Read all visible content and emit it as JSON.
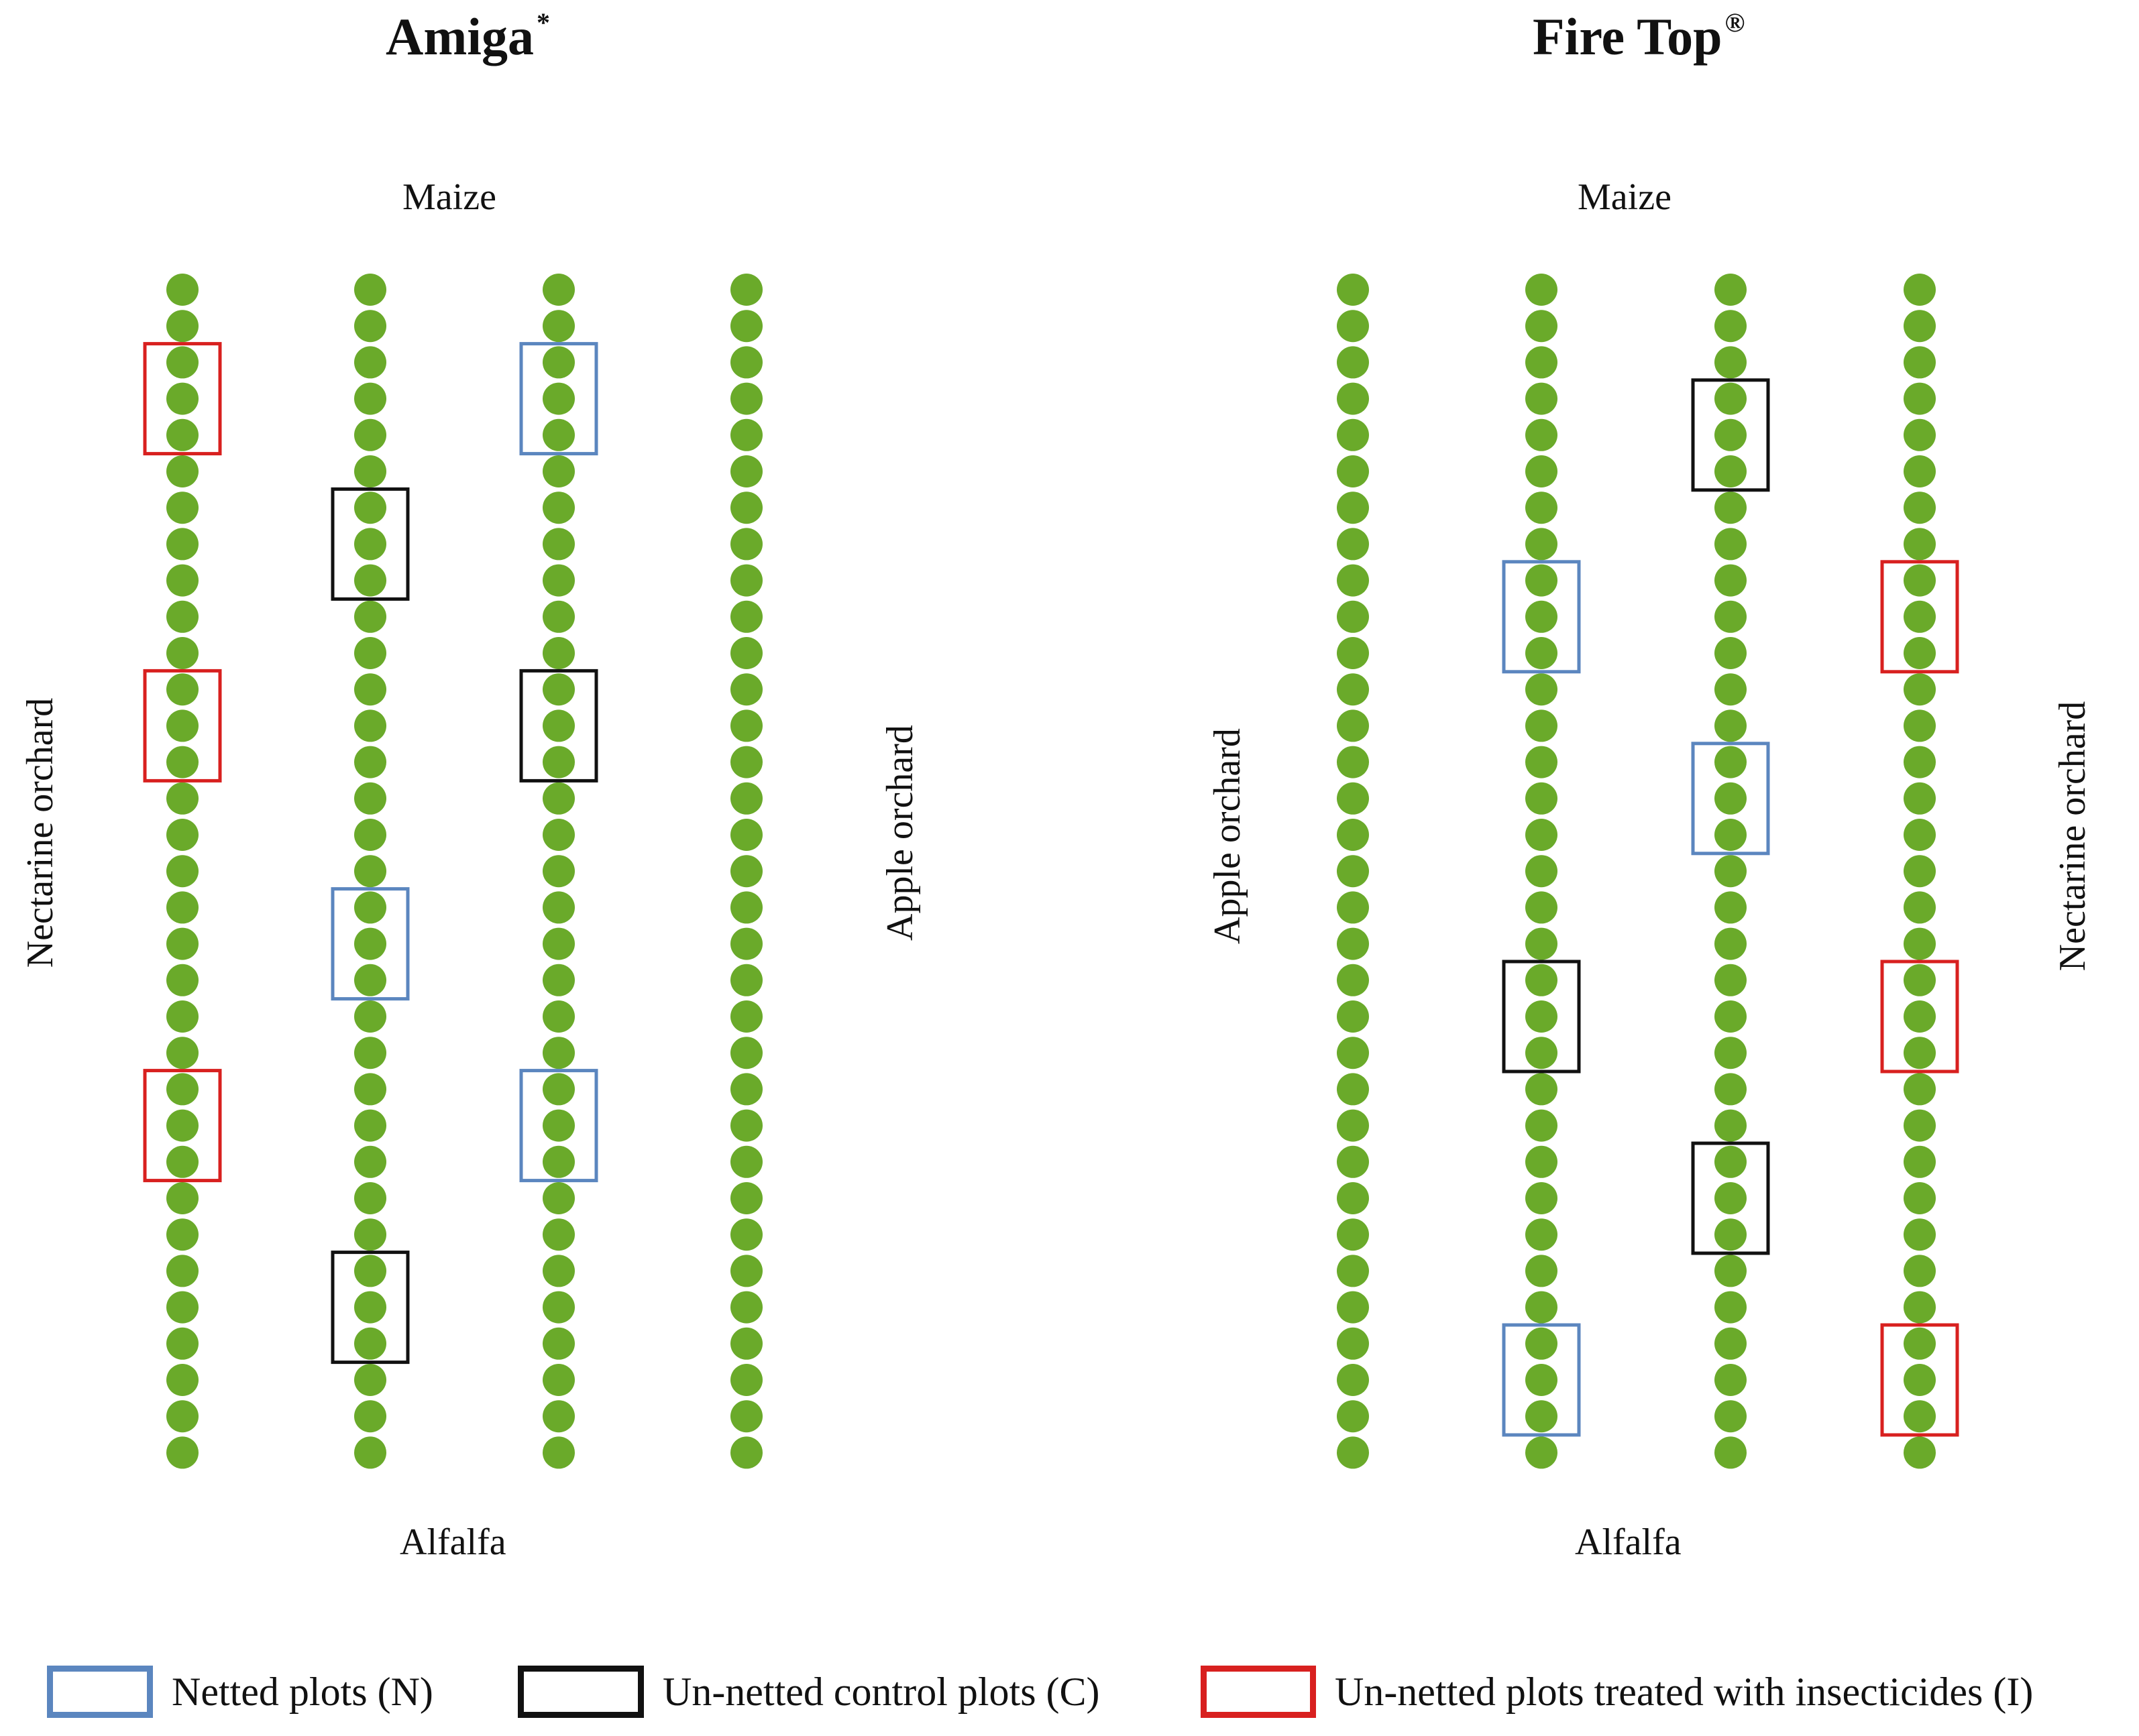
{
  "colors": {
    "tree": "#6aaa2a",
    "netted": "#5b86bf",
    "control": "#111111",
    "insecticide": "#d8201f"
  },
  "orchards": [
    {
      "title": "Amiga",
      "title_mark": "*",
      "top_label": "Maize",
      "bottom_label": "Alfalfa",
      "left_label": "Nectarine orchard",
      "right_label": "Apple orchard",
      "rows": [
        {
          "trees": 33,
          "plots": [
            {
              "type": "insecticide",
              "start": 2
            },
            {
              "type": "insecticide",
              "start": 11
            },
            {
              "type": "insecticide",
              "start": 22
            }
          ]
        },
        {
          "trees": 33,
          "plots": [
            {
              "type": "control",
              "start": 6
            },
            {
              "type": "netted",
              "start": 17
            },
            {
              "type": "control",
              "start": 27
            }
          ]
        },
        {
          "trees": 33,
          "plots": [
            {
              "type": "netted",
              "start": 2
            },
            {
              "type": "control",
              "start": 11
            },
            {
              "type": "netted",
              "start": 22
            }
          ]
        },
        {
          "trees": 33,
          "plots": []
        }
      ]
    },
    {
      "title": "Fire Top",
      "title_mark": "®",
      "top_label": "Maize",
      "bottom_label": "Alfalfa",
      "left_label": "Apple orchard",
      "right_label": "Nectarine orchard",
      "rows": [
        {
          "trees": 33,
          "plots": []
        },
        {
          "trees": 33,
          "plots": [
            {
              "type": "netted",
              "start": 8
            },
            {
              "type": "control",
              "start": 19
            },
            {
              "type": "netted",
              "start": 29
            }
          ]
        },
        {
          "trees": 33,
          "plots": [
            {
              "type": "control",
              "start": 3
            },
            {
              "type": "netted",
              "start": 13
            },
            {
              "type": "control",
              "start": 24
            }
          ]
        },
        {
          "trees": 33,
          "plots": [
            {
              "type": "insecticide",
              "start": 8
            },
            {
              "type": "insecticide",
              "start": 19
            },
            {
              "type": "insecticide",
              "start": 29
            }
          ]
        }
      ]
    }
  ],
  "legend": [
    {
      "type": "netted",
      "label": "Netted plots (N)"
    },
    {
      "type": "control",
      "label": "Un-netted control plots (C)"
    },
    {
      "type": "insecticide",
      "label": "Un-netted plots treated with insecticides (I)"
    }
  ]
}
